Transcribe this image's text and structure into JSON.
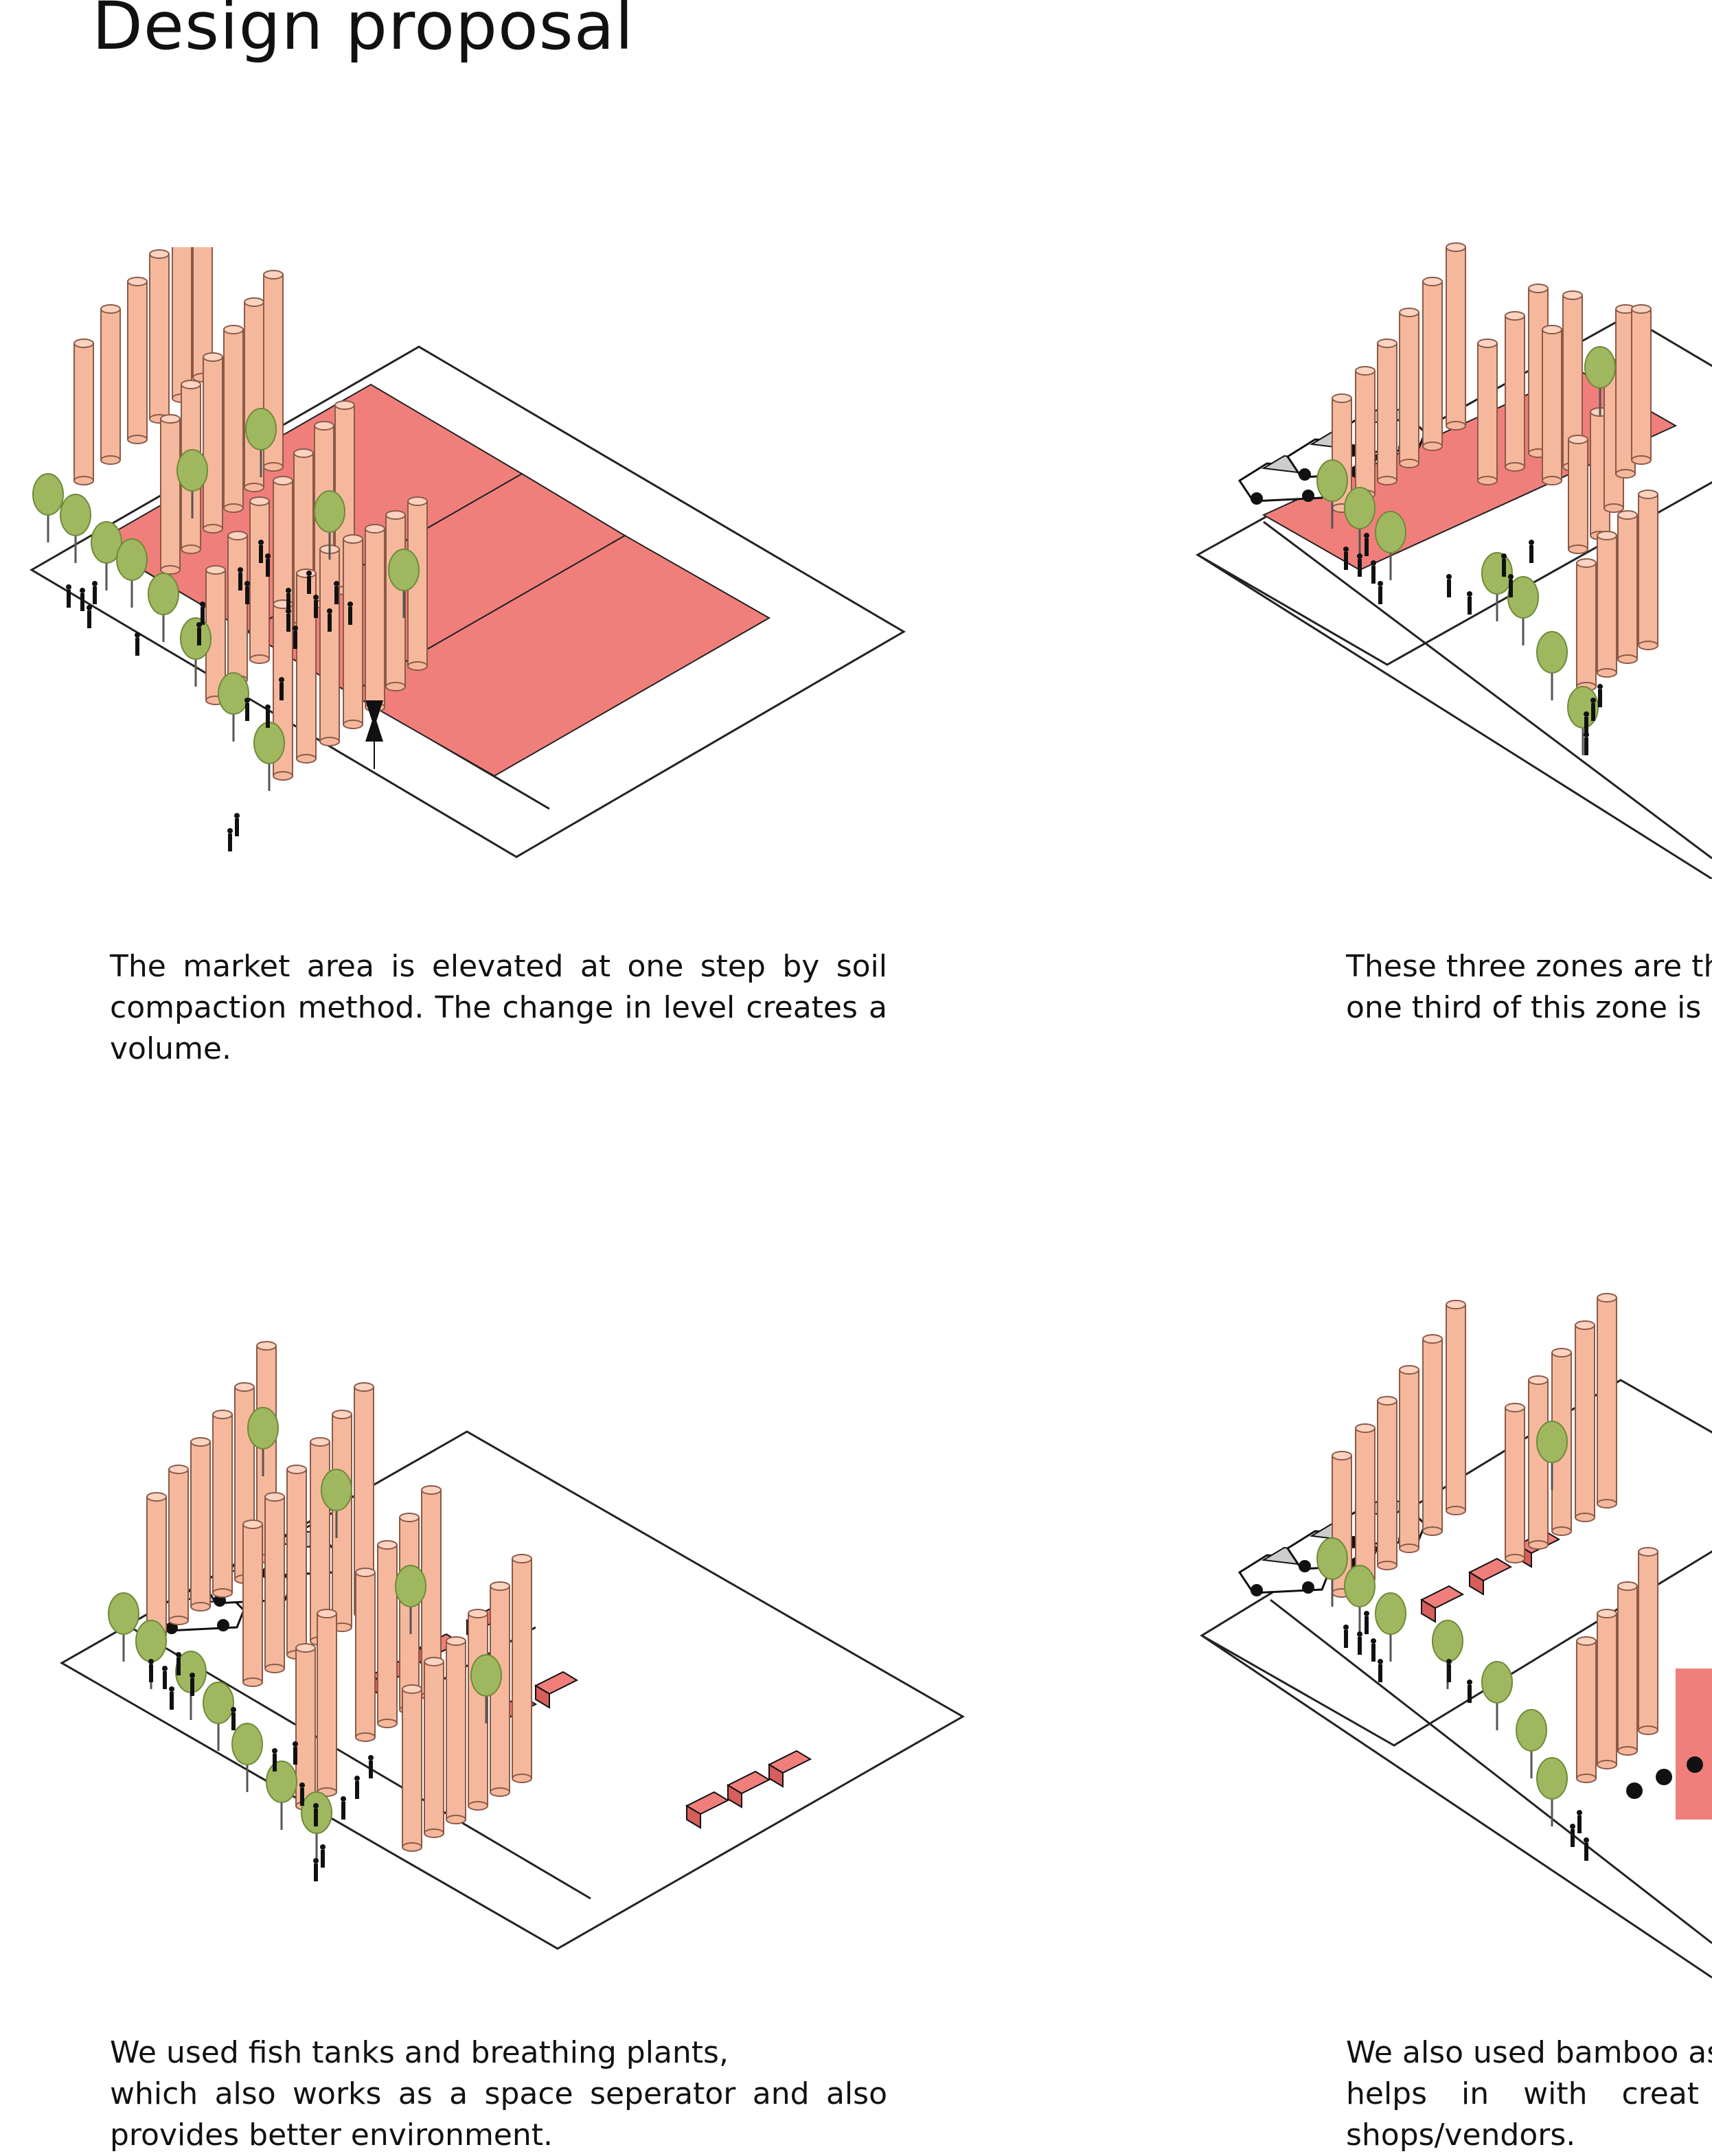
{
  "page": {
    "title": "Design proposal"
  },
  "panels": [
    {
      "id": "elevated-market",
      "caption_lines": [
        "The market area is elevated at one step by soil compaction method. The change in level creates a volume."
      ]
    },
    {
      "id": "three-zones",
      "caption_lines": [
        "These three zones are the",
        "one third of this zone is re"
      ]
    },
    {
      "id": "fish-tanks",
      "caption_lines": [
        "We used fish tanks and breathing plants,",
        "which also works as a space seperator and also provides better environment."
      ]
    },
    {
      "id": "bamboo",
      "caption_lines": [
        "We also used bamboo as",
        "helps in with creat",
        "shops/vendors."
      ]
    }
  ],
  "colors": {
    "column": "#f6b89c",
    "column_stroke": "#8a5a48",
    "platform": "#f07f7c",
    "tree": "#9fb85f",
    "line": "#222222"
  }
}
